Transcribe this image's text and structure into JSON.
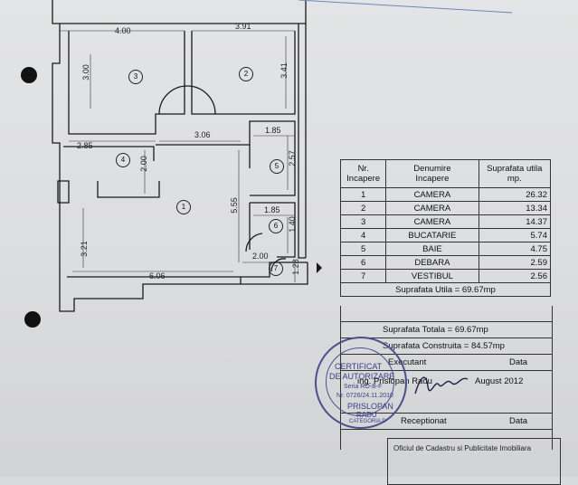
{
  "floor_plan": {
    "dimensions": {
      "room3_width": "4.00",
      "room2_width": "3.91",
      "room3_height": "3.00",
      "room2_height": "3.41",
      "hall_width": "3.06",
      "bath_width": "1.85",
      "bath_height": "2.57",
      "kitchen_width": "2.85",
      "kitchen_height": "2.00",
      "storage_width": "1.85",
      "storage_height": "1.40",
      "hall_height": "5.55",
      "vestibule_width": "2.00",
      "vestibule_height": "1.28",
      "living_height": "3.21",
      "bottom_width": "6.06"
    },
    "room_numbers": [
      "1",
      "2",
      "3",
      "4",
      "5",
      "6",
      "7"
    ]
  },
  "schedule": {
    "headers": {
      "nr": "Nr.\nIncapere",
      "name": "Denumire\nIncapere",
      "area": "Suprafata utila\nmp."
    },
    "rows": [
      {
        "nr": "1",
        "name": "CAMERA",
        "area": "26.32"
      },
      {
        "nr": "2",
        "name": "CAMERA",
        "area": "13.34"
      },
      {
        "nr": "3",
        "name": "CAMERA",
        "area": "14.37"
      },
      {
        "nr": "4",
        "name": "BUCATARIE",
        "area": "5.74"
      },
      {
        "nr": "5",
        "name": "BAIE",
        "area": "4.75"
      },
      {
        "nr": "6",
        "name": "DEBARA",
        "area": "2.59"
      },
      {
        "nr": "7",
        "name": "VESTIBUL",
        "area": "2.56"
      }
    ],
    "useful_total": "Suprafata Utila = 69.67mp",
    "total": "Suprafata Totala = 69.67mp",
    "built": "Suprafata Construita = 84.57mp",
    "executant_label": "Executant",
    "date_label": "Data",
    "executant_name": "ing. Prislopan Radu",
    "executant_date": "August 2012",
    "receptionat_label": "Receptionat",
    "date_label2": "Data"
  },
  "stamp": {
    "line1": "CERTIFICAT",
    "line2": "DE AUTORIZARE",
    "line3": "Seria RO-B-F",
    "line4": "Nr. 0726/24.11.2010",
    "line5": "PRISLOPAN",
    "line6": "RADU",
    "line7": "CATEGORIA D"
  },
  "bottom_stamp": {
    "line1": "Oficiul de Cadastru si Publicitate Imobiliara"
  }
}
